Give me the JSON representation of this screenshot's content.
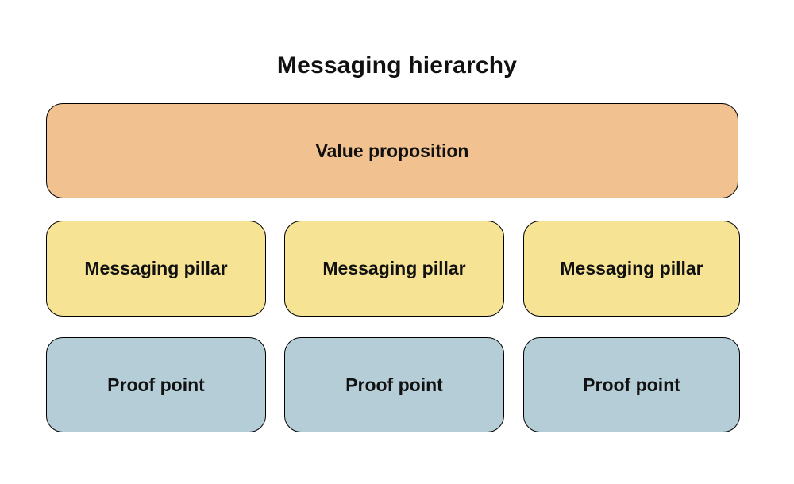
{
  "title": "Messaging hierarchy",
  "colors": {
    "value_proposition_fill": "#F1C28F",
    "pillar_fill": "#F6E394",
    "proof_fill": "#B5CDD7",
    "border": "#000000",
    "text": "#111111",
    "background": "#FFFFFF"
  },
  "diagram": {
    "value_proposition": {
      "label": "Value proposition"
    },
    "pillars": [
      {
        "label": "Messaging pillar"
      },
      {
        "label": "Messaging pillar"
      },
      {
        "label": "Messaging pillar"
      }
    ],
    "proof_points": [
      {
        "label": "Proof point"
      },
      {
        "label": "Proof point"
      },
      {
        "label": "Proof point"
      }
    ]
  }
}
